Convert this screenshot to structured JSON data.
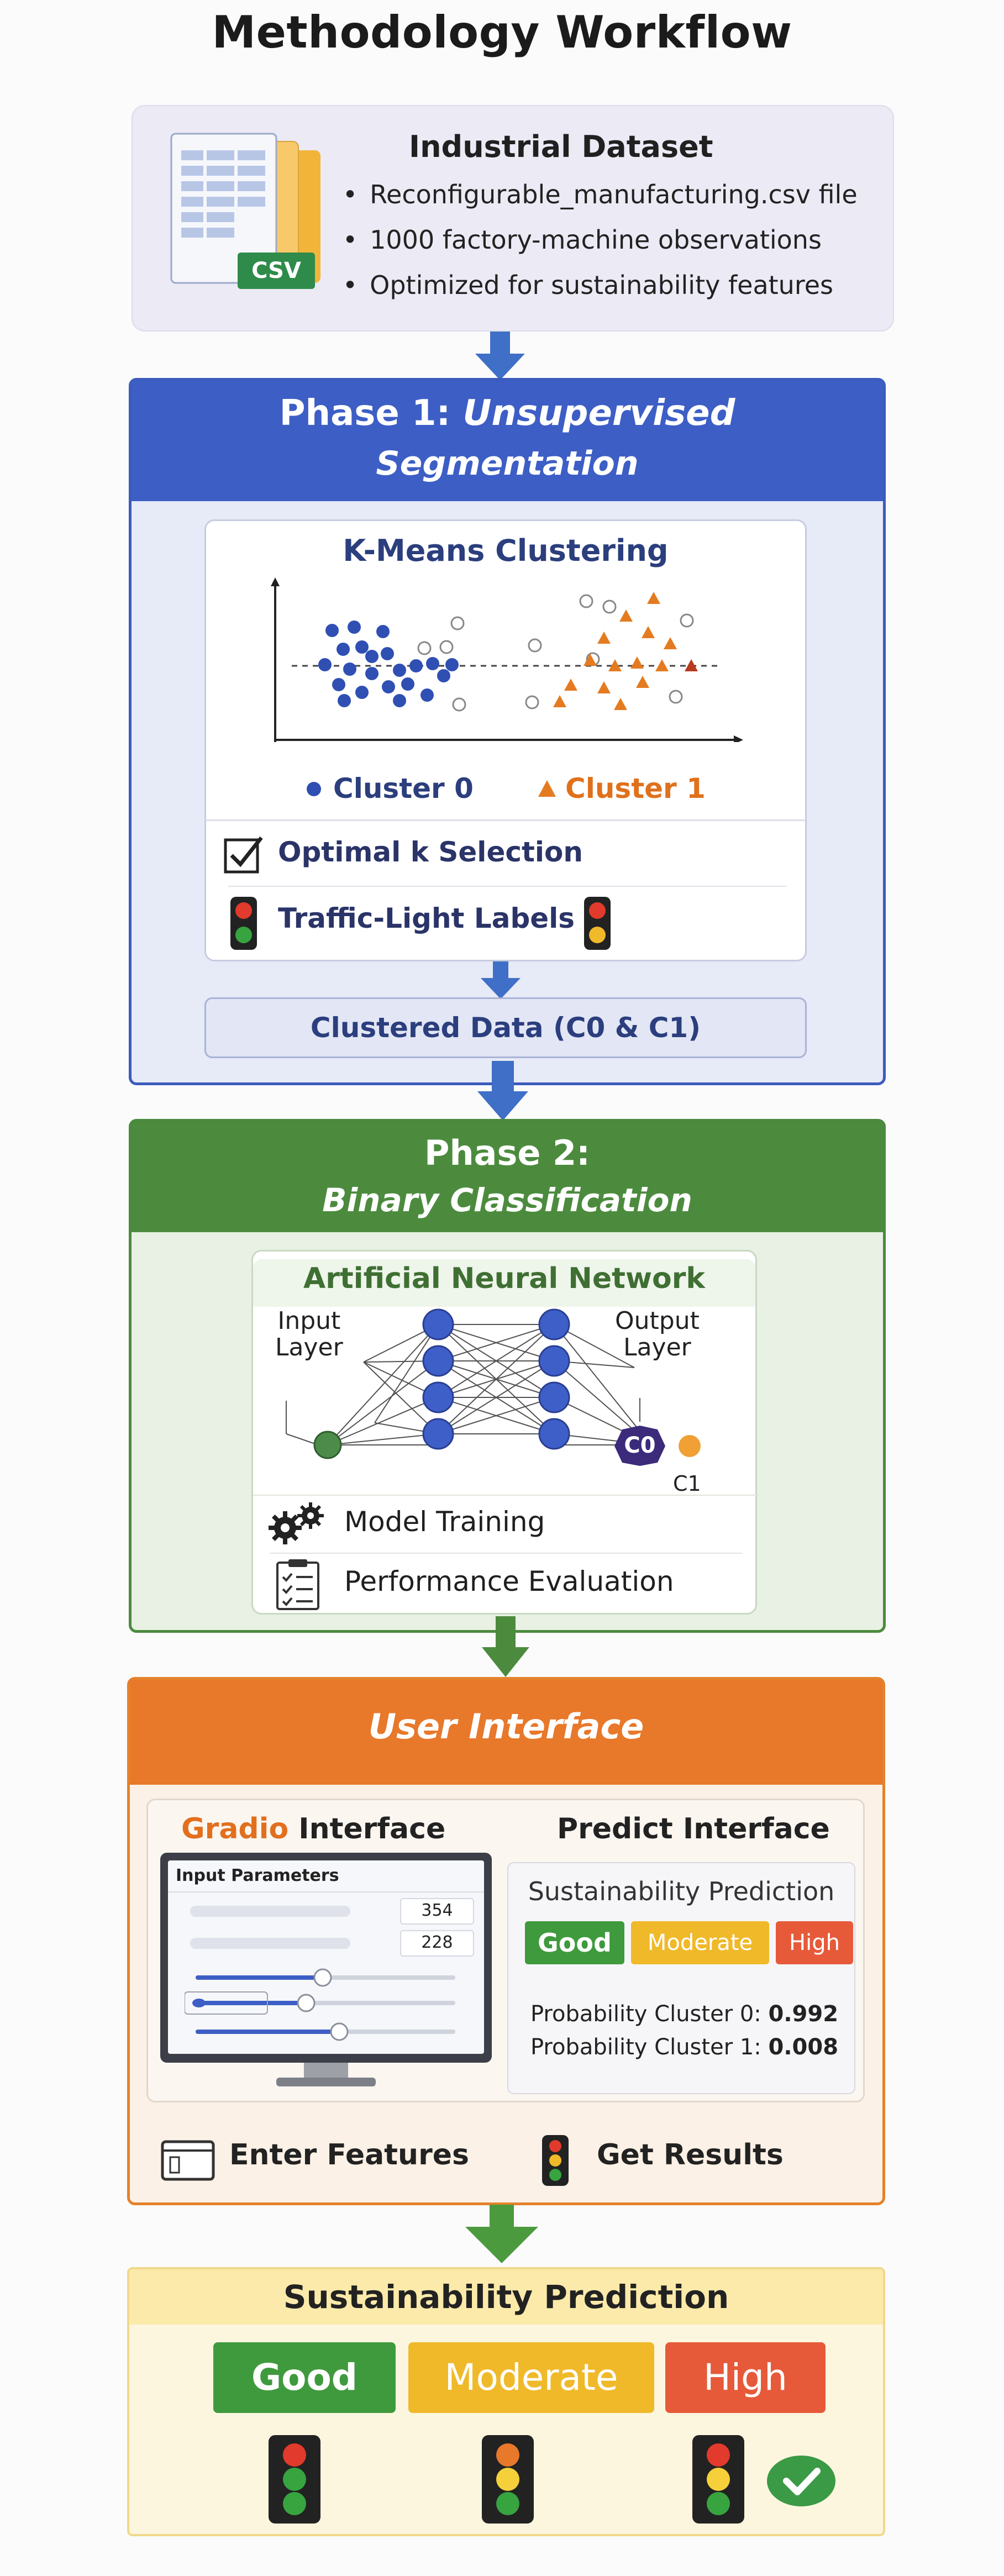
{
  "title": "Methodology Workflow",
  "dataset": {
    "icon_label": "CSV",
    "heading": "Industrial Dataset",
    "bullets": [
      "Reconfigurable_manufacturing.csv file",
      "1000 factory-machine observations",
      "Optimized for sustainability features"
    ]
  },
  "phase1": {
    "heading_line1": "Phase 1:",
    "heading_line1_italic": "Unsupervised",
    "heading_line2": "Segmentation",
    "kmeans_title": "K-Means Clustering",
    "legend": [
      "Cluster 0",
      "Cluster 1"
    ],
    "optimal_k": "Optimal k Selection",
    "traffic_labels": "Traffic-Light Labels",
    "clustered_data": "Clustered Data (C0 & C1)"
  },
  "phase2": {
    "heading_line1": "Phase 2:",
    "heading_line2": "Binary Classification",
    "ann_title": "Artificial Neural Network",
    "input_layer": "Input\nLayer",
    "output_layer": "Output\nLayer",
    "out_c0": "C0",
    "out_c1": "C1",
    "training": "Model Training",
    "evaluation": "Performance Evaluation"
  },
  "ui": {
    "heading": "User Interface",
    "gradio_word": "Gradio",
    "gradio_rest": " Interface",
    "predict_interface": "Predict Interface",
    "input_parameters": "Input Parameters",
    "field_values": [
      "354",
      "228"
    ],
    "prediction_title": "Sustainability Prediction",
    "chips": [
      "Good",
      "Moderate",
      "High"
    ],
    "prob0_label": "Probability Cluster 0:",
    "prob0_value": "0.992",
    "prob1_label": "Probability Cluster 1:",
    "prob1_value": "0.008",
    "enter_features": "Enter Features",
    "get_results": "Get Results"
  },
  "final": {
    "heading": "Sustainability Prediction",
    "buttons": [
      "Good",
      "Moderate",
      "High"
    ]
  },
  "colors": {
    "blue": "#3d5ec5",
    "green": "#4c8b3e",
    "orange": "#e8782a",
    "good": "#3f9a3d",
    "moderate": "#f0b92a",
    "high": "#e65a3a"
  }
}
